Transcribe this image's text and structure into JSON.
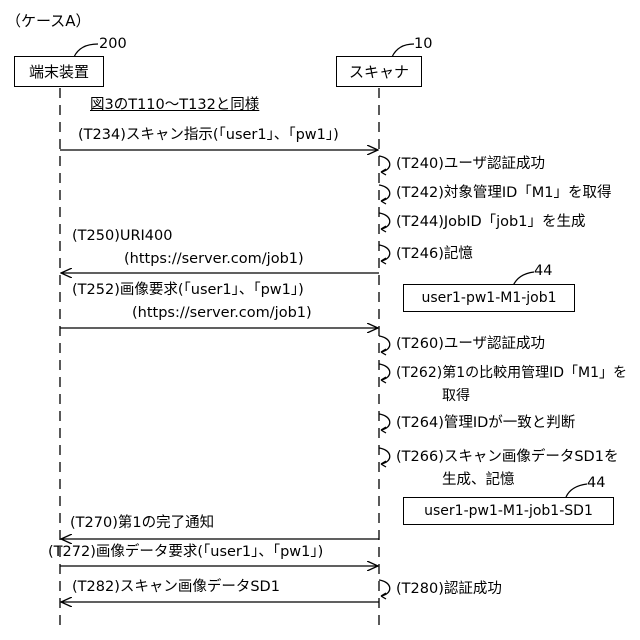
{
  "case_title": "（ケースA）",
  "actors": {
    "terminal": {
      "label": "端末装置",
      "ref": "200"
    },
    "scanner": {
      "label": "スキャナ",
      "ref": "10"
    }
  },
  "note_same_as": "図3のT110～T132と同様",
  "messages": {
    "t234": "(T234)スキャン指示(「user1」、「pw1」)",
    "t250_line1": "(T250)URI400",
    "t250_line2": "(https://server.com/job1)",
    "t252_line1": "(T252)画像要求(「user1」、「pw1」)",
    "t252_line2": "(https://server.com/job1)",
    "t270": "(T270)第1の完了通知",
    "t272": "(T272)画像データ要求(「user1」、「pw1」)",
    "t282": "(T282)スキャン画像データSD1"
  },
  "self_steps": {
    "t240": "(T240)ユーザ認証成功",
    "t242": "(T242)対象管理ID「M1」を取得",
    "t244": "(T244)JobID「job1」を生成",
    "t246": "(T246)記憶",
    "t260": "(T260)ユーザ認証成功",
    "t262_line1": "(T262)第1の比較用管理ID「M1」を",
    "t262_line2": "取得",
    "t264": "(T264)管理IDが一致と判断",
    "t266_line1": "(T266)スキャン画像データSD1を",
    "t266_line2": "生成、記憶",
    "t280": "(T280)認証成功"
  },
  "notes": {
    "note1": {
      "text": "user1-pw1-M1-job1",
      "ref": "44"
    },
    "note2": {
      "text": "user1-pw1-M1-job1-SD1",
      "ref": "44"
    }
  }
}
